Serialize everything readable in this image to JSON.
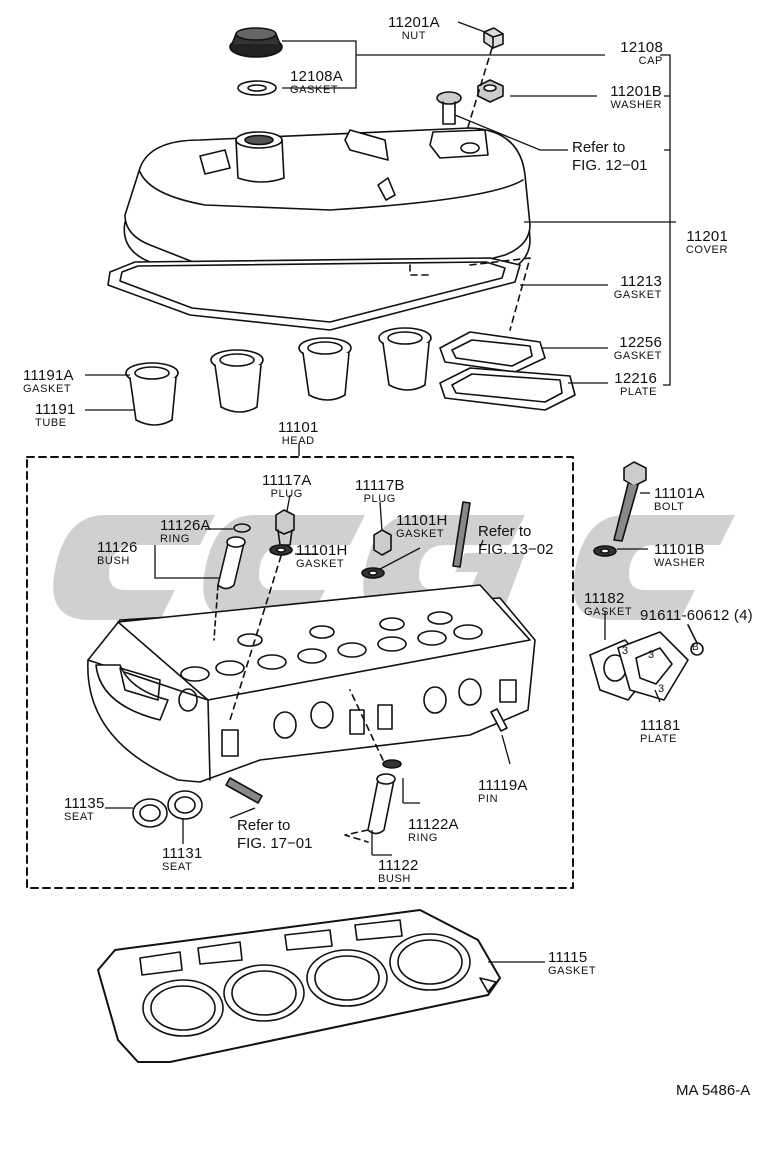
{
  "diagram_code": "MA  5486-A",
  "parts": {
    "p11201A": {
      "number": "11201A",
      "name": "NUT"
    },
    "p12108": {
      "number": "12108",
      "name": "CAP"
    },
    "p12108A": {
      "number": "12108A",
      "name": "GASKET"
    },
    "p11201B": {
      "number": "11201B",
      "name": "WASHER"
    },
    "p11201": {
      "number": "11201",
      "name": "COVER"
    },
    "p11213": {
      "number": "11213",
      "name": "GASKET"
    },
    "p12256": {
      "number": "12256",
      "name": "GASKET"
    },
    "p12216": {
      "number": "12216",
      "name": "PLATE"
    },
    "p11191A": {
      "number": "11191A",
      "name": "GASKET"
    },
    "p11191": {
      "number": "11191",
      "name": "TUBE"
    },
    "p11101": {
      "number": "11101",
      "name": "HEAD"
    },
    "p11117A": {
      "number": "11117A",
      "name": "PLUG"
    },
    "p11117B": {
      "number": "11117B",
      "name": "PLUG"
    },
    "p11126A": {
      "number": "11126A",
      "name": "RING"
    },
    "p11126": {
      "number": "11126",
      "name": "BUSH"
    },
    "p11101H_a": {
      "number": "11101H",
      "name": "GASKET"
    },
    "p11101H_b": {
      "number": "11101H",
      "name": "GASKET"
    },
    "p11101A": {
      "number": "11101A",
      "name": "BOLT"
    },
    "p11101B": {
      "number": "11101B",
      "name": "WASHER"
    },
    "p11182": {
      "number": "11182",
      "name": "GASKET"
    },
    "p91611": {
      "number": "91611-60612 (4)"
    },
    "p11181": {
      "number": "11181",
      "name": "PLATE"
    },
    "p11119A": {
      "number": "11119A",
      "name": "PIN"
    },
    "p11135": {
      "number": "11135",
      "name": "SEAT"
    },
    "p11131": {
      "number": "11131",
      "name": "SEAT"
    },
    "p11122A": {
      "number": "11122A",
      "name": "RING"
    },
    "p11122": {
      "number": "11122",
      "name": "BUSH"
    },
    "p11115": {
      "number": "11115",
      "name": "GASKET"
    }
  },
  "refs": {
    "fig12": {
      "line1": "Refer to",
      "line2": "FIG. 12−01"
    },
    "fig13": {
      "line1": "Refer to",
      "line2": "FIG. 13−02"
    },
    "fig17": {
      "line1": "Refer to",
      "line2": "FIG. 17−01"
    }
  },
  "markers": {
    "plate_callout": "3",
    "bolt_callout": "B"
  }
}
